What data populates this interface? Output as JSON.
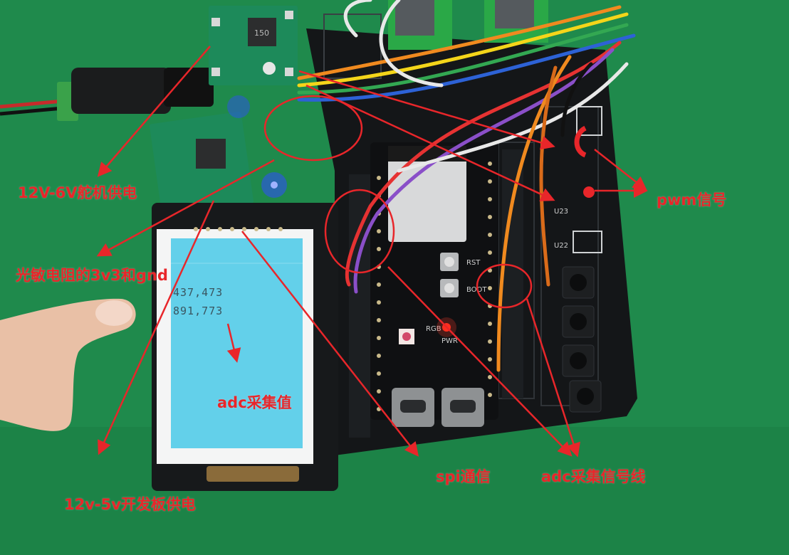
{
  "annotations": {
    "servo_power": "12V-6V舵机供电",
    "photoresistor": "光敏电阻的3v3和gnd",
    "dev_board_power": "12v-5v开发板供电",
    "pwm_signal": "pwm信号",
    "adc_value": "adc采集值",
    "spi": "spi通信",
    "adc_signal_line": "adc采集信号线"
  },
  "lcd": {
    "line1": "437,473",
    "line2": "891,773"
  },
  "board_text": {
    "converter_mark": "150",
    "rst": "RST",
    "boot": "BOOT",
    "rgb": "RGB",
    "pwr": "PWR",
    "u22": "U22",
    "u23": "U23"
  },
  "colors": {
    "annotation": "#e8262a",
    "mat": "#1f8a4c",
    "board": "#141618",
    "lcd_screen": "#63d0ea"
  }
}
